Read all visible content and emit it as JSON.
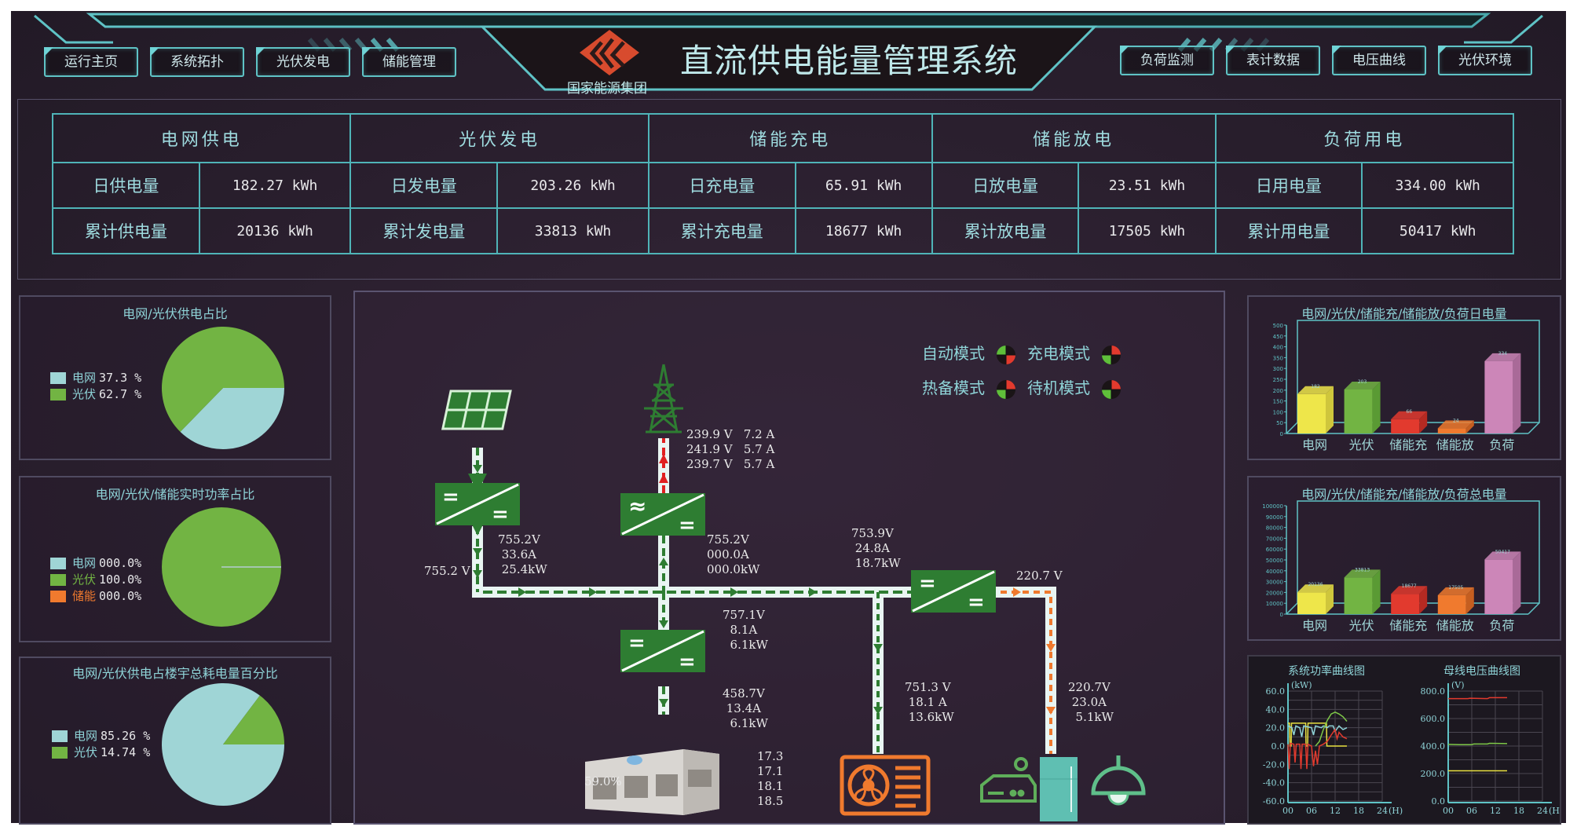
{
  "header": {
    "title": "直流供电能量管理系统",
    "company": "国家能源集团",
    "logo_icon": "company-logo-icon",
    "nav_left": [
      "运行主页",
      "系统拓扑",
      "光伏发电",
      "储能管理"
    ],
    "nav_right": [
      "负荷监测",
      "表计数据",
      "电压曲线",
      "光伏环境"
    ]
  },
  "summary": {
    "groups": [
      {
        "title": "电网供电",
        "daily_label": "日供电量",
        "daily_value": "182.27 kWh",
        "total_label": "累计供电量",
        "total_value": "20136 kWh"
      },
      {
        "title": "光伏发电",
        "daily_label": "日发电量",
        "daily_value": "203.26 kWh",
        "total_label": "累计发电量",
        "total_value": "33813 kWh"
      },
      {
        "title": "储能充电",
        "daily_label": "日充电量",
        "daily_value": "65.91 kWh",
        "total_label": "累计充电量",
        "total_value": "18677 kWh"
      },
      {
        "title": "储能放电",
        "daily_label": "日放电量",
        "daily_value": "23.51 kWh",
        "total_label": "累计放电量",
        "total_value": "17505 kWh"
      },
      {
        "title": "负荷用电",
        "daily_label": "日用电量",
        "daily_value": "334.00 kWh",
        "total_label": "累计用电量",
        "total_value": "50417 kWh"
      }
    ]
  },
  "colors": {
    "grid": "#9fd5d6",
    "pv": "#72b443",
    "storage": "#f07a2e",
    "yellow": "#eee64a",
    "red": "#e23a2e",
    "pink": "#cc86b8",
    "accent": "#5fc3c6"
  },
  "chart_data": [
    {
      "type": "pie",
      "title": "电网/光伏供电占比",
      "slices": [
        {
          "name": "电网",
          "value": 37.3,
          "label": "37.3  %"
        },
        {
          "name": "光伏",
          "value": 62.7,
          "label": "62.7  %"
        }
      ],
      "legend": "left"
    },
    {
      "type": "pie",
      "title": "电网/光伏/储能实时功率占比",
      "slices": [
        {
          "name": "电网",
          "value": 0.0,
          "label": "000.0%"
        },
        {
          "name": "光伏",
          "value": 100.0,
          "label": "100.0%"
        },
        {
          "name": "储能",
          "value": 0.0,
          "label": "000.0%"
        }
      ],
      "legend": "left"
    },
    {
      "type": "pie",
      "title": "电网/光伏供电占楼宇总耗电量百分比",
      "slices": [
        {
          "name": "电网",
          "value": 85.26,
          "label": "85.26 %"
        },
        {
          "name": "光伏",
          "value": 14.74,
          "label": "14.74 %"
        }
      ],
      "legend": "left"
    },
    {
      "type": "bar",
      "title": "电网/光伏/储能充/储能放/负荷日电量",
      "categories": [
        "电网",
        "光伏",
        "储能充",
        "储能放",
        "负荷"
      ],
      "values": [
        182,
        203,
        66,
        24,
        334
      ],
      "ylim": [
        0,
        500
      ],
      "yticks": [
        0,
        50,
        100,
        150,
        200,
        250,
        300,
        350,
        400,
        450,
        500
      ]
    },
    {
      "type": "bar",
      "title": "电网/光伏/储能充/储能放/负荷总电量",
      "categories": [
        "电网",
        "光伏",
        "储能充",
        "储能放",
        "负荷"
      ],
      "values": [
        20136,
        33813,
        18677,
        17505,
        50417
      ],
      "ylim": [
        0,
        100000
      ],
      "yticks": [
        0,
        10000,
        20000,
        30000,
        40000,
        50000,
        60000,
        70000,
        80000,
        90000,
        100000
      ]
    },
    {
      "type": "line",
      "title": "系统功率曲线图",
      "ylabel": "(kW)",
      "xlabel": "(H)",
      "ylim": [
        -60,
        60
      ],
      "yticks": [
        "60.0",
        "40.0",
        "20.0",
        "0.0",
        "-20.0",
        "-40.0",
        "-60.0"
      ],
      "xticks": [
        "00",
        "06",
        "12",
        "18",
        "24"
      ],
      "xlim": [
        0,
        24
      ],
      "grid": true,
      "series": [
        {
          "name": "yellow",
          "color": "#e8e040",
          "points": [
            [
              0,
              25
            ],
            [
              0.4,
              25
            ],
            [
              0.5,
              0
            ],
            [
              0.8,
              0
            ],
            [
              0.9,
              25
            ],
            [
              4.5,
              25
            ],
            [
              4.6,
              0
            ],
            [
              5,
              0
            ],
            [
              5.1,
              25
            ],
            [
              9.8,
              25
            ],
            [
              9.9,
              0
            ],
            [
              15,
              0
            ]
          ]
        },
        {
          "name": "cyan",
          "color": "#8fd4d8",
          "points": [
            [
              0,
              22
            ],
            [
              1,
              20
            ],
            [
              1.5,
              12
            ],
            [
              2,
              22
            ],
            [
              3,
              20
            ],
            [
              3.5,
              10
            ],
            [
              4,
              22
            ],
            [
              6,
              20
            ],
            [
              6.5,
              12
            ],
            [
              7,
              22
            ],
            [
              8.5,
              20
            ],
            [
              9,
              22
            ],
            [
              10,
              20
            ],
            [
              10.5,
              22
            ],
            [
              11.5,
              22
            ],
            [
              12,
              16
            ],
            [
              13,
              22
            ],
            [
              14,
              18
            ],
            [
              15,
              20
            ]
          ]
        },
        {
          "name": "green",
          "color": "#7ec848",
          "points": [
            [
              7,
              0
            ],
            [
              8,
              5
            ],
            [
              9,
              18
            ],
            [
              10,
              28
            ],
            [
              11,
              35
            ],
            [
              12,
              37
            ],
            [
              13,
              35
            ],
            [
              14,
              32
            ],
            [
              15,
              27
            ]
          ]
        },
        {
          "name": "red",
          "color": "#e23a2e",
          "points": [
            [
              0,
              2
            ],
            [
              0.3,
              -25
            ],
            [
              0.6,
              3
            ],
            [
              1.5,
              2
            ],
            [
              1.8,
              -18
            ],
            [
              2.1,
              2
            ],
            [
              3,
              2
            ],
            [
              3.3,
              -25
            ],
            [
              3.6,
              2
            ],
            [
              4.5,
              2
            ],
            [
              4.8,
              -25
            ],
            [
              5.1,
              2
            ],
            [
              6,
              0
            ],
            [
              6.5,
              -22
            ],
            [
              7,
              -5
            ],
            [
              7.5,
              -20
            ],
            [
              8,
              0
            ],
            [
              9,
              2
            ],
            [
              10,
              5
            ],
            [
              11,
              12
            ],
            [
              12,
              18
            ],
            [
              12.5,
              8
            ],
            [
              13,
              15
            ],
            [
              14,
              10
            ],
            [
              15,
              8
            ]
          ]
        }
      ]
    },
    {
      "type": "line",
      "title": "母线电压曲线图",
      "ylabel": "(V)",
      "xlabel": "(H)",
      "ylim": [
        0,
        800
      ],
      "yticks": [
        "800.0",
        "600.0",
        "400.0",
        "200.0",
        "0.0"
      ],
      "xticks": [
        "00",
        "06",
        "12",
        "18",
        "24"
      ],
      "xlim": [
        0,
        24
      ],
      "grid": true,
      "series": [
        {
          "name": "red",
          "color": "#e23a2e",
          "points": [
            [
              0,
              745
            ],
            [
              5,
              745
            ],
            [
              5.5,
              748
            ],
            [
              10,
              745
            ],
            [
              10.5,
              752
            ],
            [
              15,
              752
            ]
          ]
        },
        {
          "name": "green",
          "color": "#7ec848",
          "points": [
            [
              0,
              412
            ],
            [
              3,
              410
            ],
            [
              6,
              410
            ],
            [
              6.5,
              415
            ],
            [
              10,
              415
            ],
            [
              10.5,
              420
            ],
            [
              15,
              418
            ]
          ]
        },
        {
          "name": "yellow",
          "color": "#e8e040",
          "points": [
            [
              0,
              220
            ],
            [
              15,
              220
            ]
          ]
        }
      ]
    }
  ],
  "diagram": {
    "modes": [
      {
        "label": "自动模式"
      },
      {
        "label": "充电模式"
      },
      {
        "label": "热备模式"
      },
      {
        "label": "待机模式"
      }
    ],
    "pv_out": "755.2V\n 33.6A\n 25.4kW",
    "pv_bus": "755.2 V",
    "grid_ac": "239.9 V   7.2 A\n241.9 V   5.7 A\n239.7 V   5.7 A",
    "grid_dc": "755.2V\n000.0A\n000.0kW",
    "load_in": "753.9V\n 24.8A\n 18.7kW",
    "ac_out_v": "220.7 V",
    "storage_hi": "757.1V\n  8.1A\n  6.1kW",
    "storage_lo": "458.7V\n 13.4A\n  6.1kW",
    "soc": "59.0%",
    "cell_temps": "17.3\n17.1\n18.1\n18.5",
    "hvac": "751.3 V\n 18.1 A\n 13.6kW",
    "ac_load": "220.7V\n 23.0A\n  5.1kW",
    "conv_dc_sym": "=",
    "conv_ac_sym": "≈"
  }
}
